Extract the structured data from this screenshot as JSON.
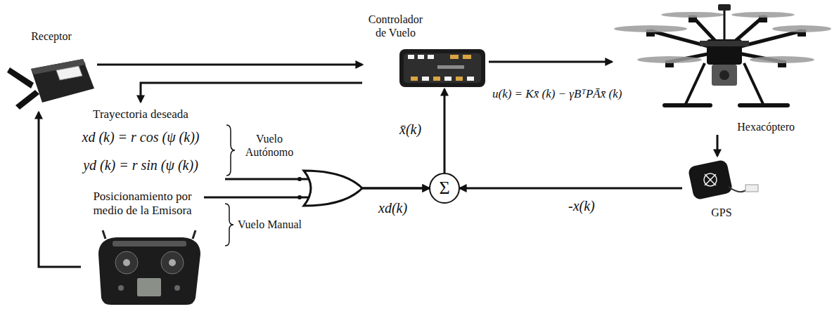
{
  "diagram": {
    "nodes": [
      {
        "text": [
          "Receptor"
        ]
      },
      {
        "text": [
          "Controlador de Vuelo"
        ]
      },
      {
        "text": [
          "Hexacóptero"
        ]
      },
      {
        "text": [
          "GPS"
        ]
      },
      {
        "text": [
          "Σ"
        ]
      },
      {
        "text": [
          "Trayectoria deseada",
          "xd (k) = r cos (ψ (k))",
          "yd (k) = r sin (ψ (k))"
        ]
      },
      {
        "text": [
          "Posicionamiento por medio de la Emisora"
        ]
      }
    ],
    "edges": [
      {
        "from": 0,
        "to": 1,
        "arrow": "to"
      },
      {
        "from": 1,
        "to": 5,
        "arrow": "to"
      },
      {
        "from": 1,
        "to": 2,
        "arrow": "to"
      },
      {
        "from": 2,
        "to": 3,
        "arrow": "to"
      },
      {
        "from": 3,
        "to": 4,
        "label": "-x(k)",
        "arrow": "to"
      },
      {
        "from": 4,
        "to": 1,
        "label": "x̄(k)",
        "arrow": "to"
      },
      {
        "from": 5,
        "to": 4,
        "arrow": "to"
      },
      {
        "from": 6,
        "to": 4,
        "arrow": "to"
      },
      {
        "from": 6,
        "to": 0,
        "arrow": "to"
      }
    ],
    "labels": [
      "Vuelo Autónomo",
      "Vuelo Manual",
      "xd(k)",
      "u(k) = Kx̄ (k) − γBᵀPĀx̄ (k)"
    ]
  }
}
